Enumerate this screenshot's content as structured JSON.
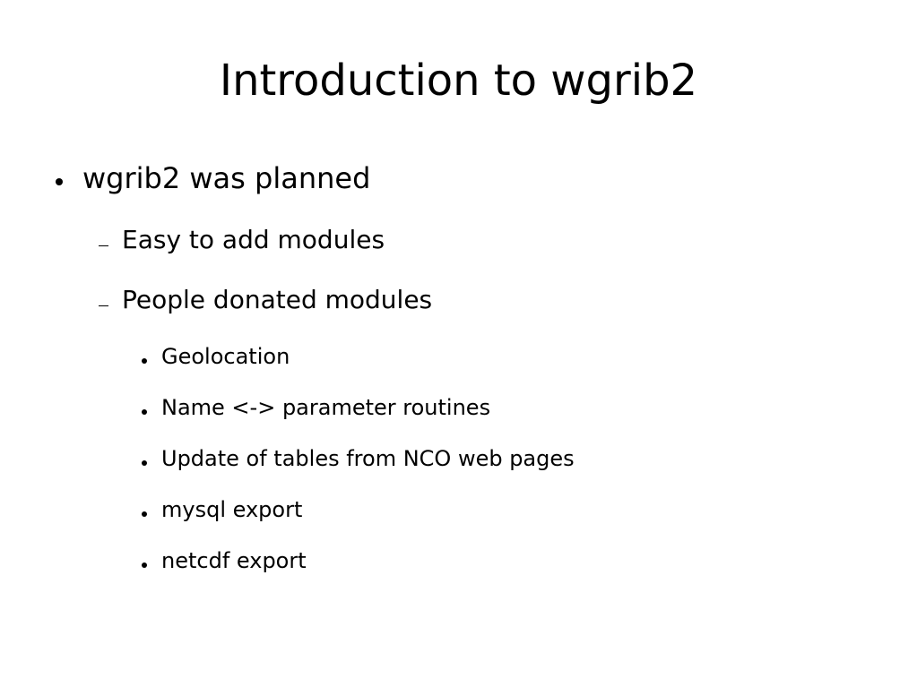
{
  "slide": {
    "title": "Introduction to wgrib2",
    "level1": [
      {
        "text": "wgrib2 was planned"
      }
    ],
    "level2": [
      {
        "text": "Easy to add modules"
      },
      {
        "text": "People donated modules"
      }
    ],
    "level3": [
      {
        "text": "Geolocation"
      },
      {
        "text": "Name <-> parameter routines"
      },
      {
        "text": "Update of tables from NCO web pages"
      },
      {
        "text": "mysql export"
      },
      {
        "text": "netcdf export"
      }
    ]
  }
}
